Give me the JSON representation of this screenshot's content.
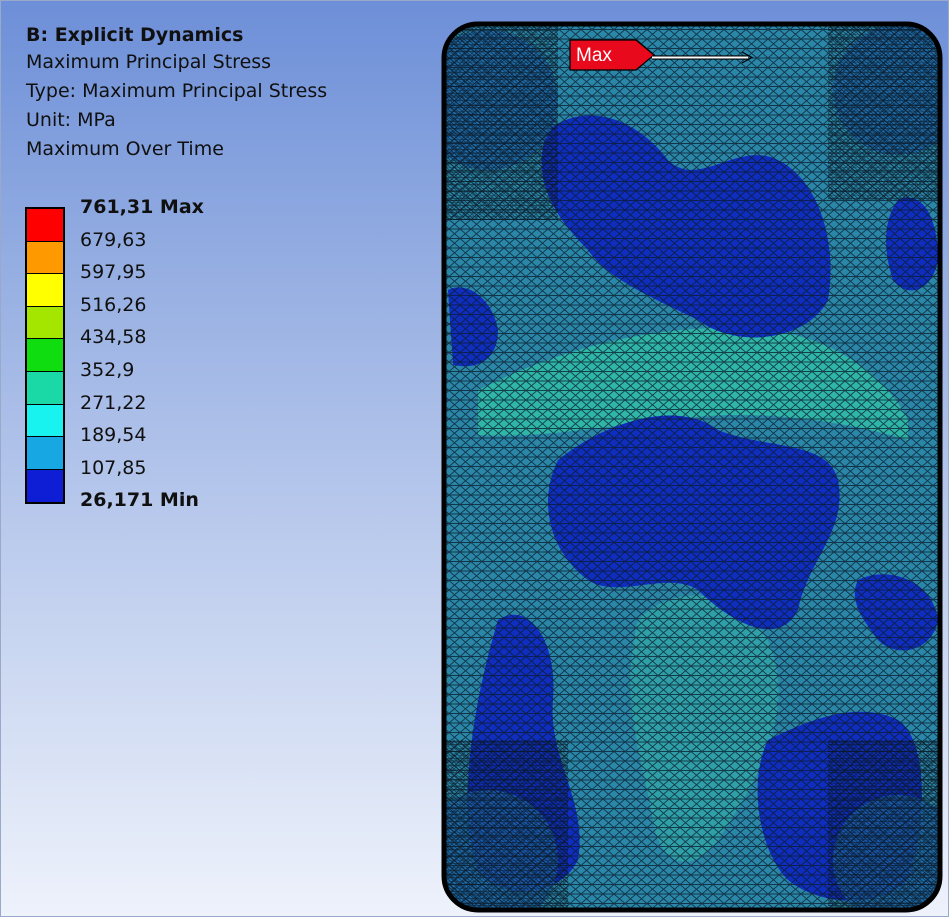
{
  "header": {
    "title": "B: Explicit Dynamics",
    "result_name": "Maximum Principal Stress",
    "type_line": "Type: Maximum Principal Stress",
    "unit_line": "Unit: MPa",
    "time_line": "Maximum Over Time"
  },
  "legend": {
    "items": [
      {
        "label": "761,31 Max",
        "color": "#ff0000",
        "bold": true
      },
      {
        "label": "679,63",
        "color": "#ff9900"
      },
      {
        "label": "597,95",
        "color": "#ffff00"
      },
      {
        "label": "516,26",
        "color": "#a5e600"
      },
      {
        "label": "434,58",
        "color": "#10dd10"
      },
      {
        "label": "352,9",
        "color": "#1ad9a7"
      },
      {
        "label": "271,22",
        "color": "#18f3f0"
      },
      {
        "label": "189,54",
        "color": "#17a8e4"
      },
      {
        "label": "107,85",
        "color": "#0d1ed4"
      },
      {
        "label": "26,171 Min",
        "color": "#0d1ed4",
        "bold": true
      }
    ]
  },
  "probe": {
    "label": "Max",
    "color": "#e8091c"
  },
  "colors": {
    "low": "#0f2ec0",
    "mid_low": "#1c64a8",
    "mid": "#2a87a8",
    "high": "#2fb6a8",
    "mesh": "#0a1a2a"
  }
}
